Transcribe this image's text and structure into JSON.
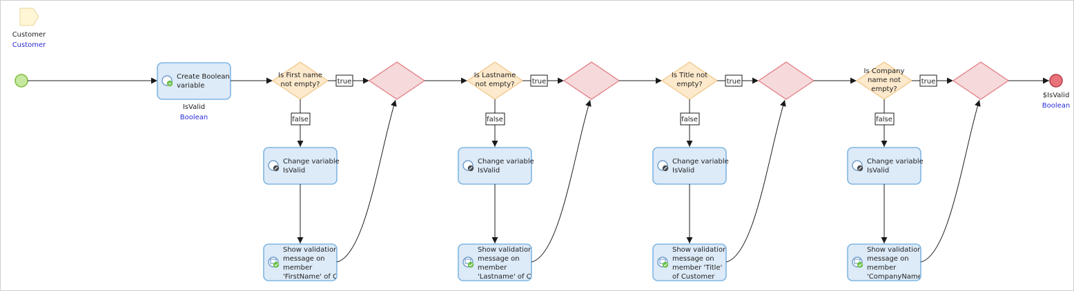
{
  "parameter": {
    "name": "Customer",
    "type": "Customer"
  },
  "create": {
    "line1": "Create Boolean",
    "line2": "variable",
    "var_name": "IsValid",
    "var_type": "Boolean"
  },
  "end": {
    "return_value": "$IsValid",
    "return_type": "Boolean"
  },
  "labels": {
    "true": "true",
    "false": "false"
  },
  "checks": [
    {
      "decision": [
        "Is First name",
        "not empty?"
      ],
      "change": [
        "Change variable",
        "IsValid"
      ],
      "show": [
        "Show validation",
        "message on",
        "member",
        "'FirstName' of C"
      ]
    },
    {
      "decision": [
        "Is Lastname",
        "not empty?"
      ],
      "change": [
        "Change variable",
        "IsValid"
      ],
      "show": [
        "Show validation",
        "message on",
        "member",
        "'Lastname' of Cu"
      ]
    },
    {
      "decision": [
        "Is Title not",
        "empty?"
      ],
      "change": [
        "Change variable",
        "IsValid"
      ],
      "show": [
        "Show validation",
        "message on",
        "member 'Title'",
        "of Customer"
      ]
    },
    {
      "decision": [
        "Is Company",
        "name not",
        "empty?"
      ],
      "change": [
        "Change variable",
        "IsValid"
      ],
      "show": [
        "Show validation",
        "message on",
        "member",
        "'CompanyName"
      ]
    }
  ],
  "colors": {
    "start": "#c6e8a0",
    "start_stroke": "#7cbc3a",
    "end": "#e8737a",
    "end_stroke": "#b33a41",
    "activity": "#ddeaf7",
    "decision": "#fde9cc",
    "merge": "#f6dadb"
  }
}
